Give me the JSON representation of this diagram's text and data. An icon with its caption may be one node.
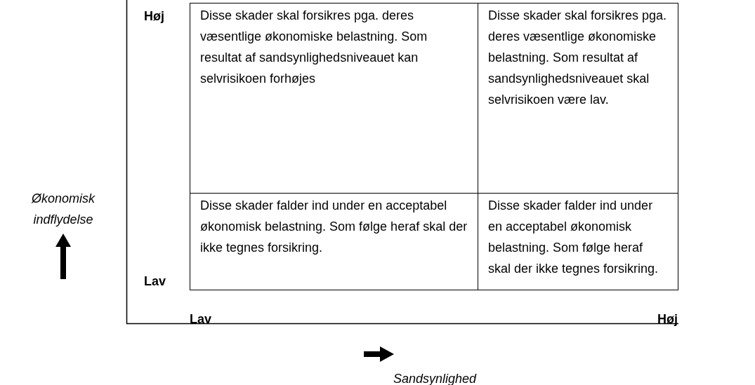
{
  "diagram": {
    "labels": [
      "Høj",
      "Disse skader skal forsikres pga. deres væsentlige økonomiske belastning. Som resultat af sandsynlighedsniveauet kan selvrisikoen forhøjes",
      "Disse skader skal forsikres pga. deres væsentlige økonomiske belastning. Som resultat af sandsynlighedsniveauet skal selvrisikoen være lav.",
      "Økonomisk indflydelse",
      "Disse skader falder ind under en acceptabel økonomisk belastning. Som følge heraf skal der ikke tegnes forsikring.",
      "Disse skader falder ind under en acceptabel økonomisk belastning. Som følge heraf skal der ikke tegnes forsikring.",
      "Lav",
      "Lav",
      "Høj",
      "Sandsynlighed"
    ]
  }
}
